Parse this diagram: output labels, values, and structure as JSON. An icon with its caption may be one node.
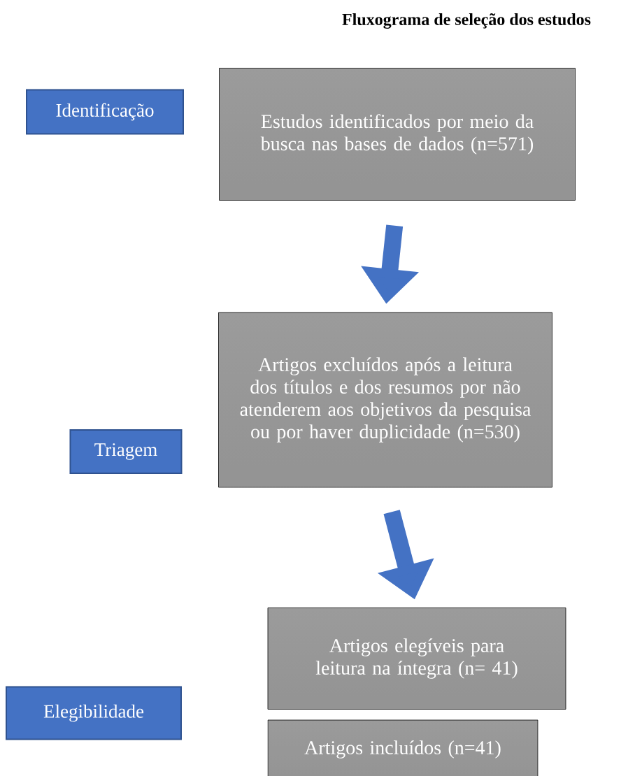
{
  "diagram": {
    "title": "Fluxograma de seleção dos estudos",
    "nodes": [
      {
        "text": [
          "Identificação"
        ]
      },
      {
        "text": [
          "Estudos identificados por meio da busca nas bases de dados (n=571)"
        ]
      },
      {
        "text": [
          "Triagem"
        ]
      },
      {
        "text": [
          "Artigos excluídos após a leitura dos títulos e dos resumos por não atenderem aos objetivos da pesquisa ou por haver duplicidade (n=530)"
        ]
      },
      {
        "text": [
          "Elegibilidade"
        ]
      },
      {
        "text": [
          "Artigos elegíveis para leitura na íntegra (n= 41)"
        ]
      },
      {
        "text": [
          "Artigos incluídos (n=41)"
        ]
      }
    ],
    "edges": [
      {
        "from": 1,
        "to": 3,
        "arrow": "to"
      },
      {
        "from": 3,
        "to": 5,
        "arrow": "to"
      }
    ]
  }
}
